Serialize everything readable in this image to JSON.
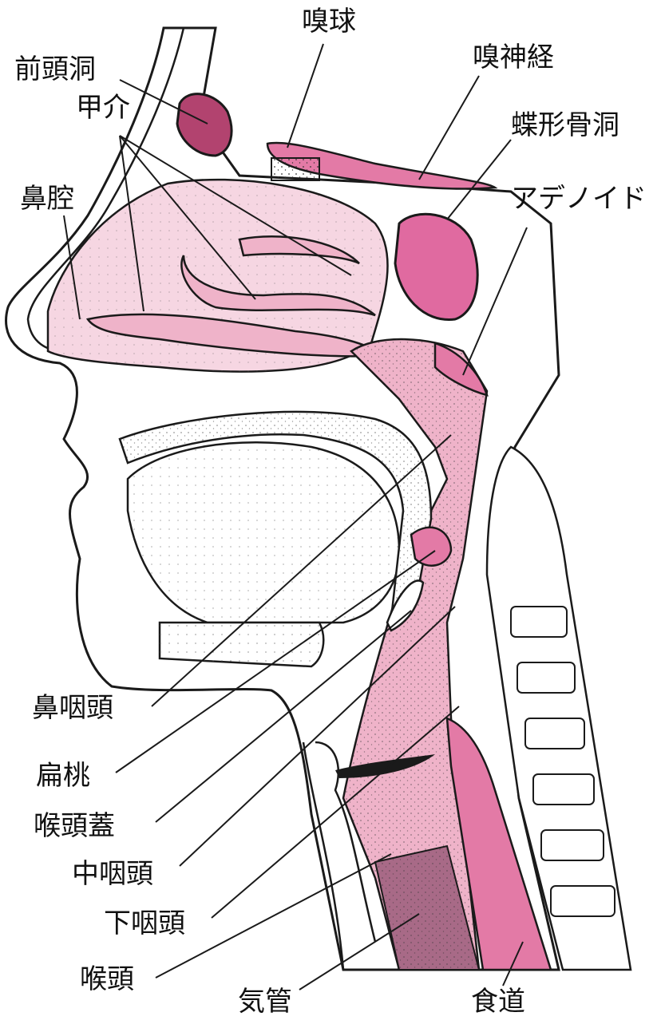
{
  "diagram": {
    "labels": {
      "frontal_sinus": "前頭洞",
      "turbinate": "甲介",
      "nasal_cavity": "鼻腔",
      "olfactory_bulb": "嗅球",
      "olfactory_nerve": "嗅神経",
      "sphenoid_sinus": "蝶形骨洞",
      "adenoid": "アデノイド",
      "nasopharynx": "鼻咽頭",
      "tonsil": "扁桃",
      "epiglottis": "喉頭蓋",
      "oropharynx": "中咽頭",
      "hypopharynx": "下咽頭",
      "larynx": "喉頭",
      "trachea": "気管",
      "esophagus": "食道"
    },
    "colors": {
      "light_pink": "#f6d6e2",
      "mid_pink": "#efb3c9",
      "deep_pink": "#e37aa6",
      "sinus_pink": "#e06aa0",
      "dark_mauve": "#a86a87",
      "outline": "#1a1a1a",
      "bone": "#ffffff"
    }
  }
}
